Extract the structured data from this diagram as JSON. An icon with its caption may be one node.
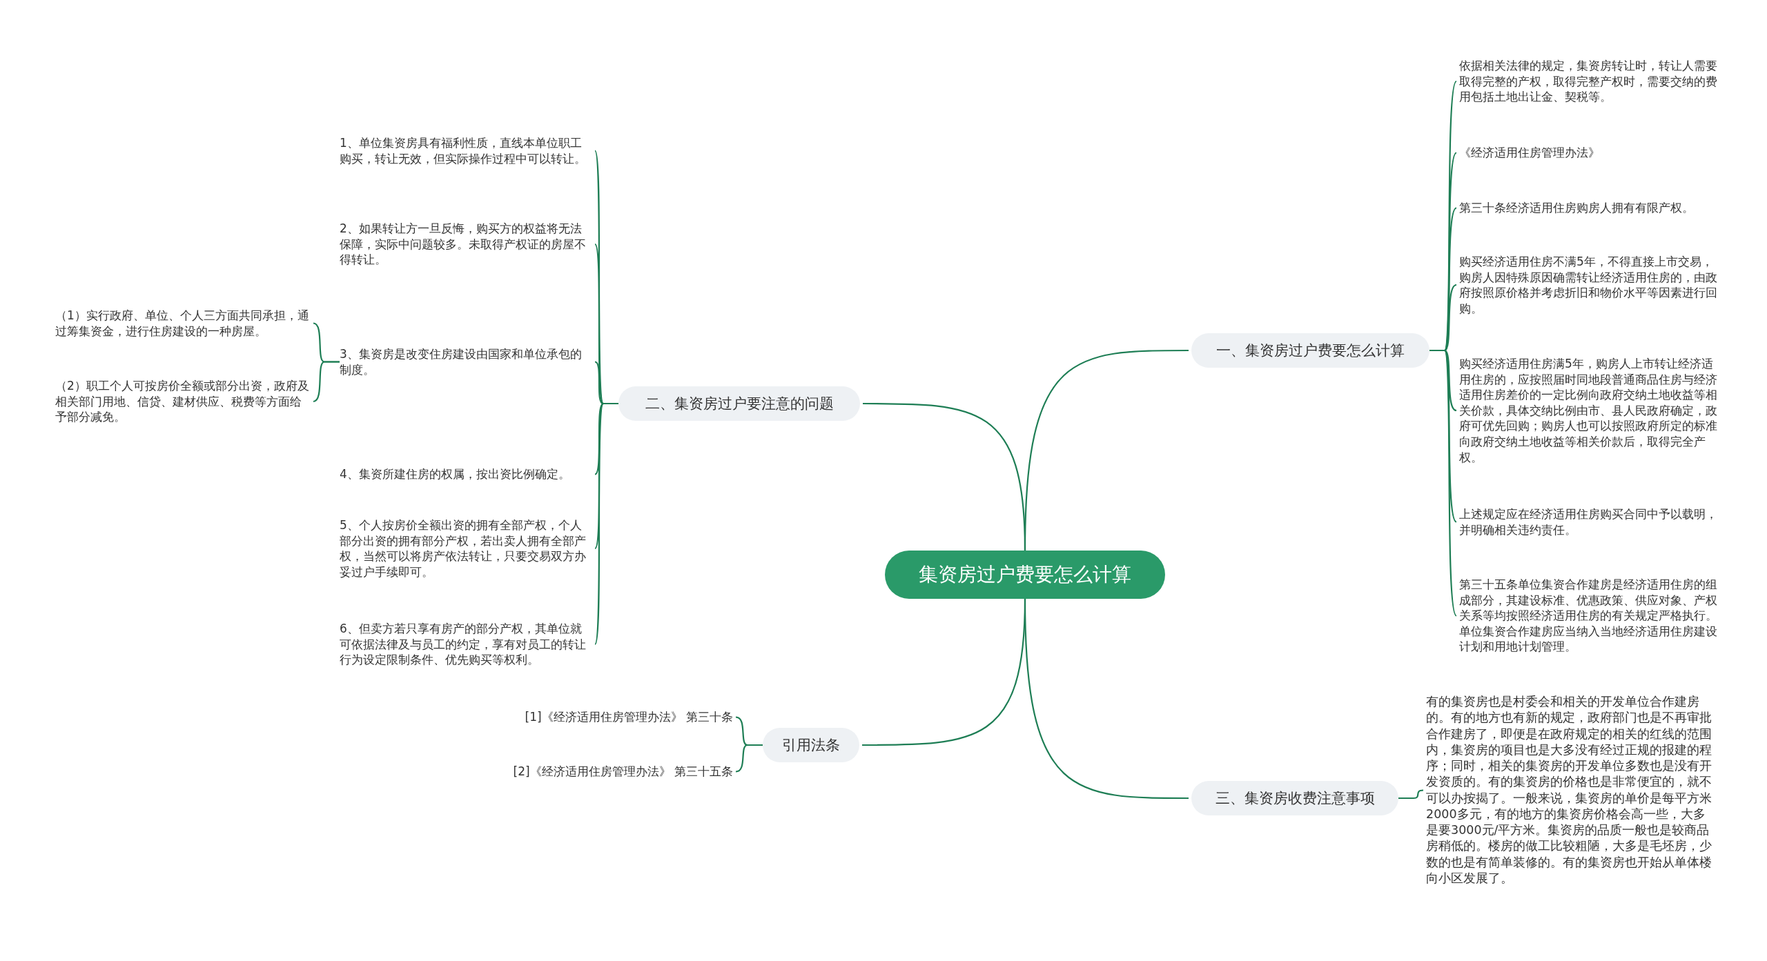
{
  "diagram": {
    "nodes": [
      {
        "text": [
          "集资房过户费要怎么计算"
        ]
      },
      {
        "text": [
          "一、集资房过户费要怎么计算"
        ]
      },
      {
        "text": [
          "依据相关法律的规定，集资房转让时，转让人需要取得完整的产权，取得完整产权时，需要交纳的费用包括土地出让金、契税等。"
        ]
      },
      {
        "text": [
          "《经济适用住房管理办法》"
        ]
      },
      {
        "text": [
          "第三十条经济适用住房购房人拥有有限产权。"
        ]
      },
      {
        "text": [
          "购买经济适用住房不满5年，不得直接上市交易，购房人因特殊原因确需转让经济适用住房的，由政府按照原价格并考虑折旧和物价水平等因素进行回购。"
        ]
      },
      {
        "text": [
          "购买经济适用住房满5年，购房人上市转让经济适用住房的，应按照届时同地段普通商品住房与经济适用住房差价的一定比例向政府交纳土地收益等相关价款，具体交纳比例由市、县人民政府确定，政府可优先回购；购房人也可以按照政府所定的标准向政府交纳土地收益等相关价款后，取得完全产权。"
        ]
      },
      {
        "text": [
          "上述规定应在经济适用住房购买合同中予以载明，并明确相关违约责任。"
        ]
      },
      {
        "text": [
          "第三十五条单位集资合作建房是经济适用住房的组成部分，其建设标准、优惠政策、供应对象、产权关系等均按照经济适用住房的有关规定严格执行。单位集资合作建房应当纳入当地经济适用住房建设计划和用地计划管理。"
        ]
      },
      {
        "text": [
          "二、集资房过户要注意的问题"
        ]
      },
      {
        "text": [
          "1、单位集资房具有福利性质，直线本单位职工购买，转让无效，但实际操作过程中可以转让。"
        ]
      },
      {
        "text": [
          "2、如果转让方一旦反悔，购买方的权益将无法保障，实际中问题较多。未取得产权证的房屋不得转让。"
        ]
      },
      {
        "text": [
          "3、集资房是改变住房建设由国家和单位承包的制度。"
        ]
      },
      {
        "text": [
          "（1）实行政府、单位、个人三方面共同承担，通过筹集资金，进行住房建设的一种房屋。"
        ]
      },
      {
        "text": [
          "（2）职工个人可按房价全额或部分出资，政府及相关部门用地、信贷、建材供应、税费等方面给予部分减免。"
        ]
      },
      {
        "text": [
          "4、集资所建住房的权属，按出资比例确定。"
        ]
      },
      {
        "text": [
          "5、个人按房价全额出资的拥有全部产权，个人部分出资的拥有部分产权，若出卖人拥有全部产权，当然可以将房产依法转让，只要交易双方办妥过户手续即可。"
        ]
      },
      {
        "text": [
          "6、但卖方若只享有房产的部分产权，其单位就可依据法律及与员工的约定，享有对员工的转让行为设定限制条件、优先购买等权利。"
        ]
      },
      {
        "text": [
          "引用法条"
        ]
      },
      {
        "text": [
          "[1]《经济适用住房管理办法》 第三十条"
        ]
      },
      {
        "text": [
          "[2]《经济适用住房管理办法》 第三十五条"
        ]
      },
      {
        "text": [
          "三、集资房收费注意事项"
        ]
      },
      {
        "text": [
          "有的集资房也是村委会和相关的开发单位合作建房的。有的地方也有新的规定，政府部门也是不再审批合作建房了，即便是在政府规定的相关的红线的范围内，集资房的项目也是大多没有经过正规的报建的程序；同时，相关的集资房的开发单位多数也是没有开发资质的。有的集资房的价格也是非常便宜的，就不可以办按揭了。一般来说，集资房的单价是每平方米2000多元，有的地方的集资房价格会高一些，大多是要3000元/平方米。集资房的品质一般也是较商品房稍低的。楼房的做工比较粗陋，大多是毛坯房，少数的也是有简单装修的。有的集资房也开始从单体楼向小区发展了。"
        ]
      }
    ],
    "edges": [
      {
        "from": 0,
        "to": 1,
        "arrow": "none"
      },
      {
        "from": 1,
        "to": 2,
        "arrow": "none"
      },
      {
        "from": 1,
        "to": 3,
        "arrow": "none"
      },
      {
        "from": 1,
        "to": 4,
        "arrow": "none"
      },
      {
        "from": 1,
        "to": 5,
        "arrow": "none"
      },
      {
        "from": 1,
        "to": 6,
        "arrow": "none"
      },
      {
        "from": 1,
        "to": 7,
        "arrow": "none"
      },
      {
        "from": 1,
        "to": 8,
        "arrow": "none"
      },
      {
        "from": 0,
        "to": 9,
        "arrow": "none"
      },
      {
        "from": 9,
        "to": 10,
        "arrow": "none"
      },
      {
        "from": 9,
        "to": 11,
        "arrow": "none"
      },
      {
        "from": 9,
        "to": 12,
        "arrow": "none"
      },
      {
        "from": 12,
        "to": 13,
        "arrow": "none"
      },
      {
        "from": 12,
        "to": 14,
        "arrow": "none"
      },
      {
        "from": 9,
        "to": 15,
        "arrow": "none"
      },
      {
        "from": 9,
        "to": 16,
        "arrow": "none"
      },
      {
        "from": 9,
        "to": 17,
        "arrow": "none"
      },
      {
        "from": 0,
        "to": 18,
        "arrow": "none"
      },
      {
        "from": 18,
        "to": 19,
        "arrow": "none"
      },
      {
        "from": 18,
        "to": 20,
        "arrow": "none"
      },
      {
        "from": 0,
        "to": 21,
        "arrow": "none"
      },
      {
        "from": 21,
        "to": 22,
        "arrow": "none"
      }
    ]
  }
}
